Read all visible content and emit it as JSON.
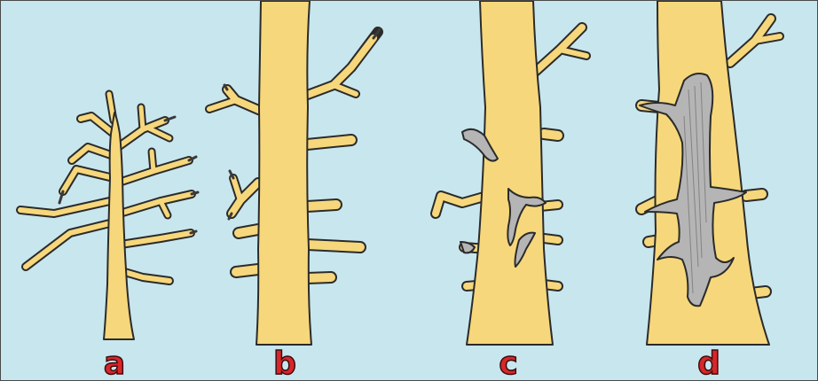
{
  "panels": [
    {
      "label": "a"
    },
    {
      "label": "b"
    },
    {
      "label": "c"
    },
    {
      "label": "d"
    }
  ],
  "colors": {
    "background": "#c8e6ee",
    "wood": "#f6d77b",
    "outline": "#2b2b2b",
    "dead_wood": "#b5b5b5",
    "label": "#d8262a"
  }
}
